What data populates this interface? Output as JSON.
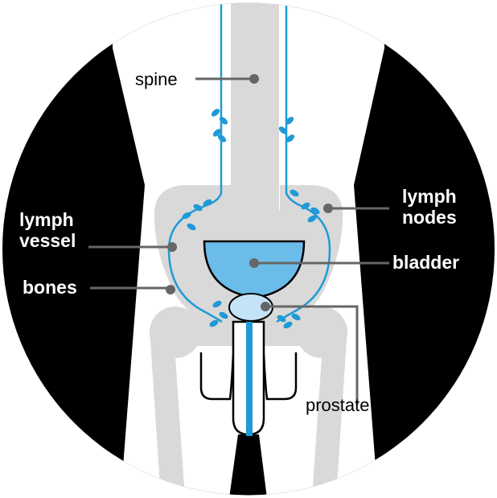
{
  "labels": {
    "spine": "spine",
    "lymph_vessel_line1": "lymph",
    "lymph_vessel_line2": "vessel",
    "bones": "bones",
    "lymph_nodes_line1": "lymph",
    "lymph_nodes_line2": "nodes",
    "bladder": "bladder",
    "prostate": "prostate"
  },
  "colors": {
    "bone": "#d9d9d9",
    "lymph": "#1f9ad6",
    "bladder": "#6cbce9",
    "prostate": "#c4e3f7",
    "background": "#000000",
    "body": "#ffffff",
    "pointer": "#666666"
  }
}
